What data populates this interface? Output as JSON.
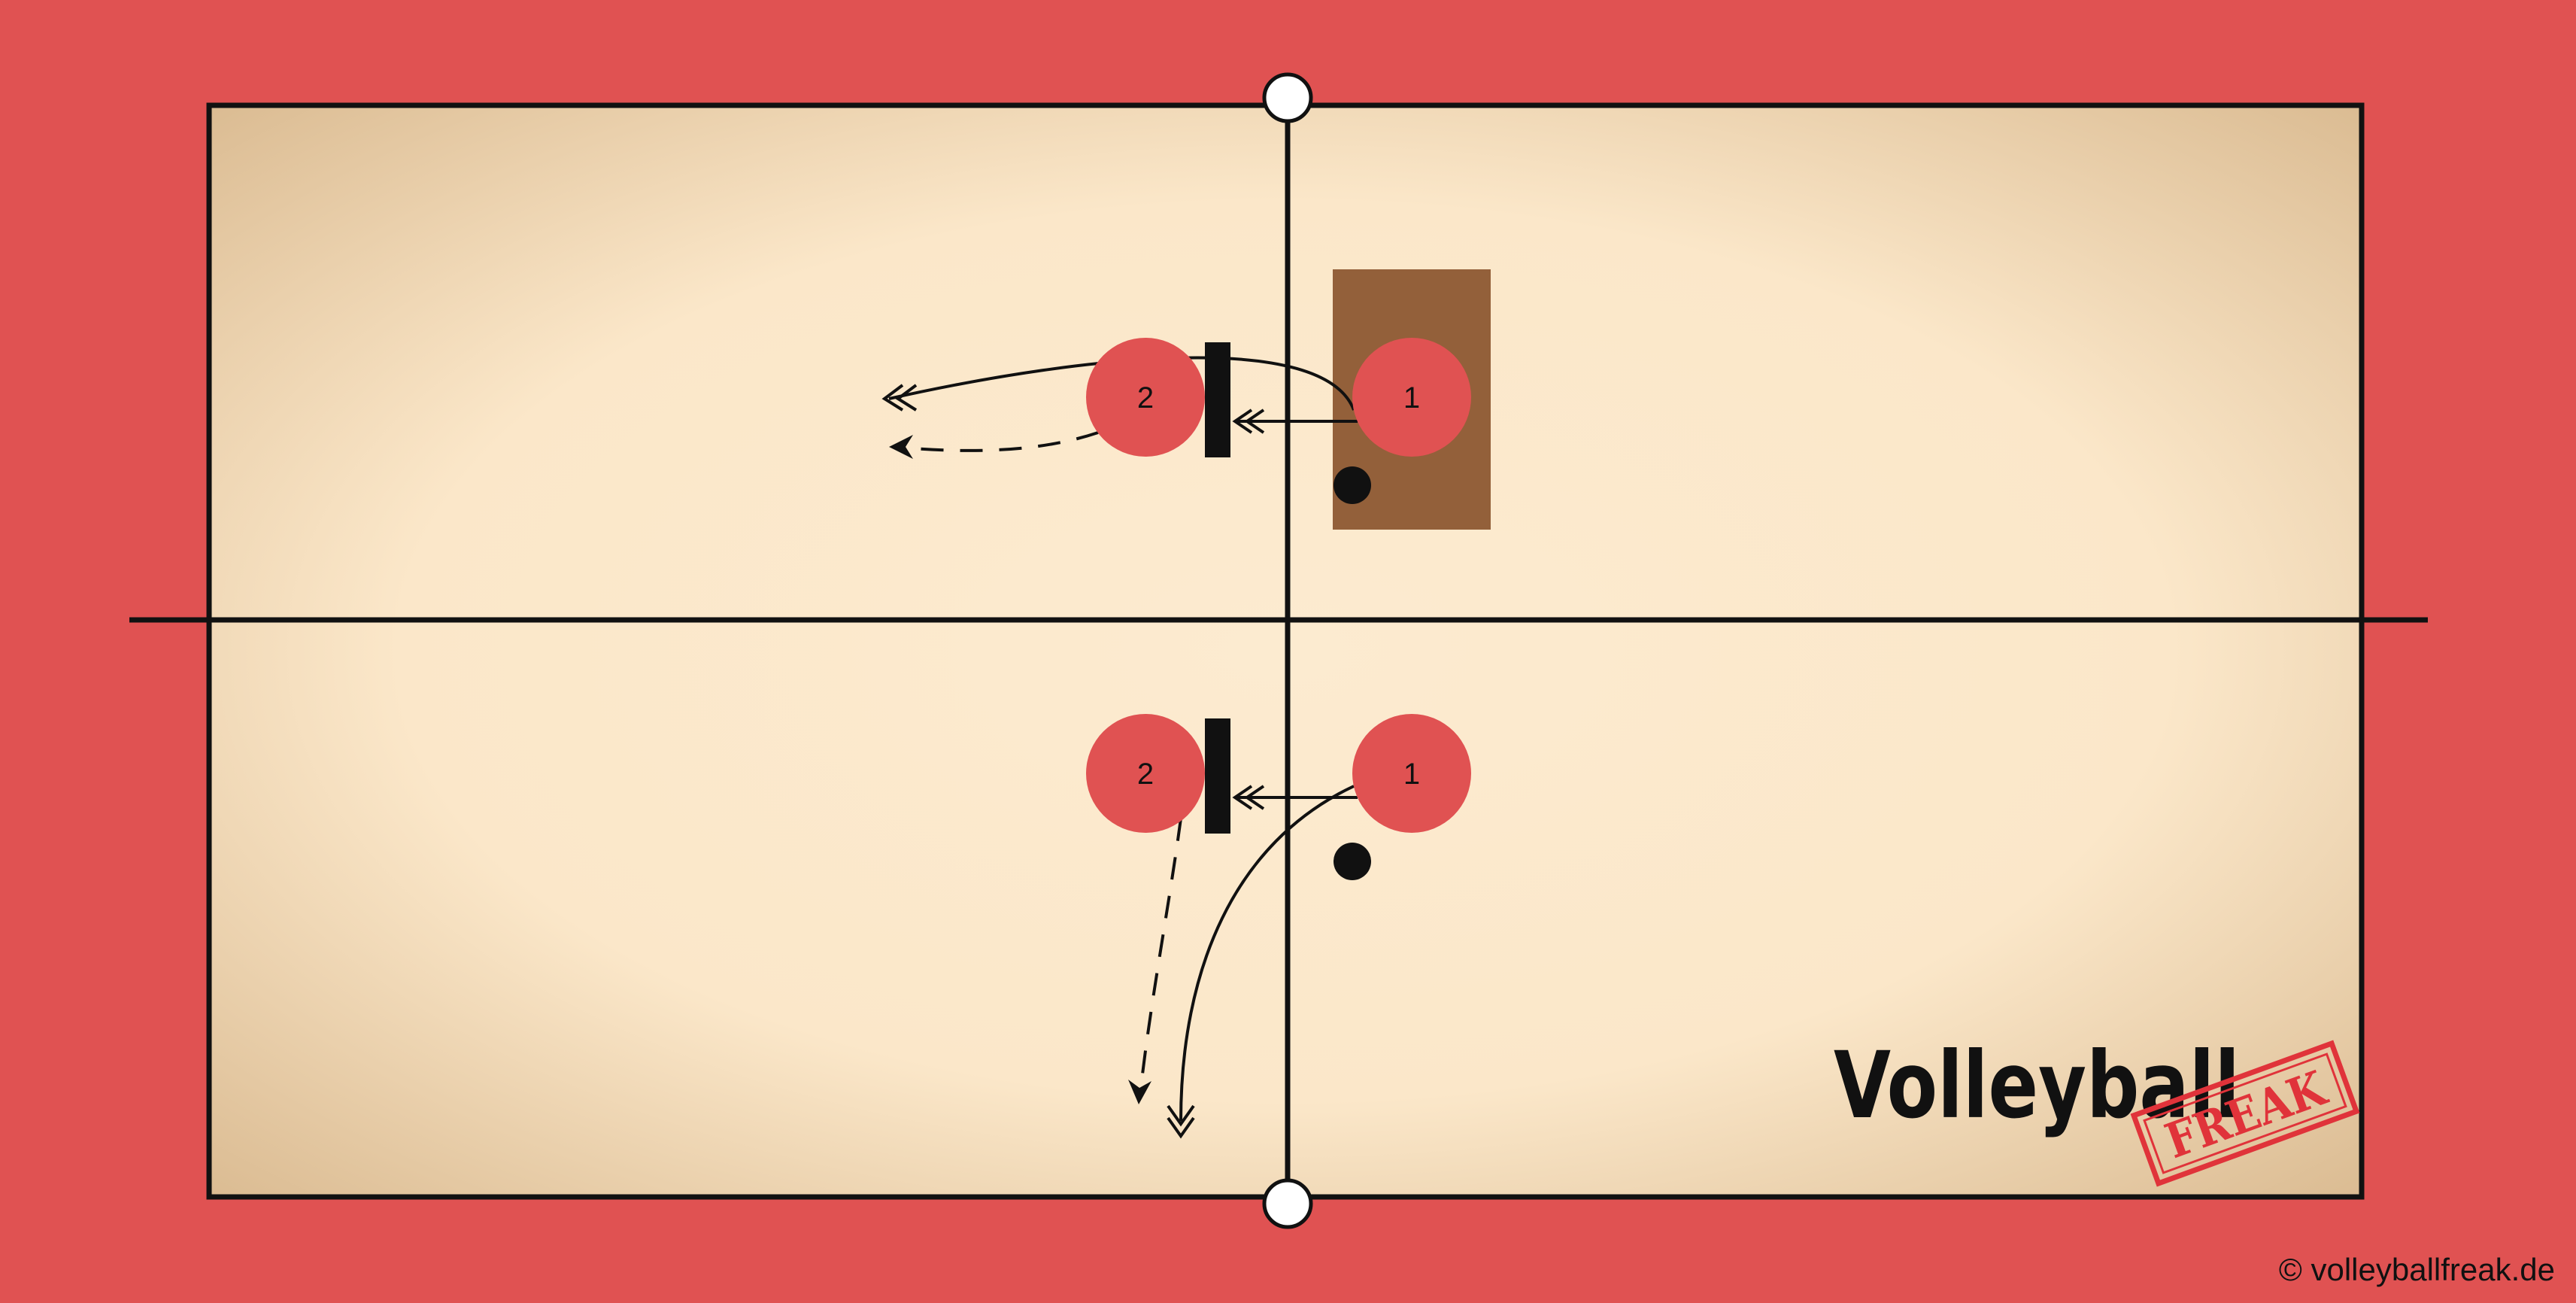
{
  "colors": {
    "outer_background": "#e05252",
    "court_center": "#fcebd0",
    "court_edge": "#ddbf95",
    "player_fill": "#e05252",
    "highlight_box": "#93603a",
    "line": "#111111",
    "stamp": "#e0333a"
  },
  "diagram": {
    "top_drill": {
      "player_1": "1",
      "player_2": "2"
    },
    "bottom_drill": {
      "player_1": "1",
      "player_2": "2"
    }
  },
  "logo": {
    "brand": "Volleyball",
    "stamp": "FREAK"
  },
  "credit": "© volleyballfreak.de",
  "icons": {
    "net_post": "net-post-icon",
    "ball": "ball-icon",
    "blocker_bar": "block-bar-icon"
  }
}
